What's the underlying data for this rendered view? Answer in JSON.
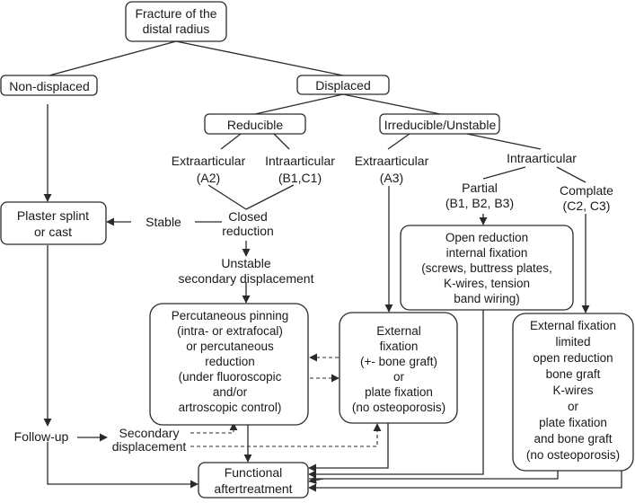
{
  "nodes": {
    "fracture": {
      "lines": [
        "Fracture of the",
        "distal radius"
      ]
    },
    "nondisplaced": {
      "lines": [
        "Non-displaced"
      ]
    },
    "displaced": {
      "lines": [
        "Displaced"
      ]
    },
    "reducible": {
      "lines": [
        "Reducible"
      ]
    },
    "irreducible": {
      "lines": [
        "Irreducible/Unstable"
      ]
    },
    "extra_a2": {
      "lines": [
        "Extraarticular",
        "(A2)"
      ]
    },
    "intra_b1c1": {
      "lines": [
        "Intraarticular",
        "(B1,C1)"
      ]
    },
    "extra_a3": {
      "lines": [
        "Extraarticular",
        "(A3)"
      ]
    },
    "intraarticular": {
      "lines": [
        "Intraarticular"
      ]
    },
    "partial": {
      "lines": [
        "Partial",
        "(B1, B2, B3)"
      ]
    },
    "complate": {
      "lines": [
        "Complate",
        "(C2, C3)"
      ]
    },
    "plaster": {
      "lines": [
        "Plaster splint",
        "or cast"
      ]
    },
    "stable": {
      "lines": [
        "Stable"
      ]
    },
    "closed_reduction": {
      "lines": [
        "Closed",
        "reduction"
      ]
    },
    "unstable": {
      "lines": [
        "Unstable",
        "secondary displacement"
      ]
    },
    "orif": {
      "lines": [
        "Open reduction",
        "internal fixation",
        "(screws, buttress plates,",
        "K-wires, tension",
        "band wiring)"
      ]
    },
    "percutaneous": {
      "lines": [
        "Percutaneous pinning",
        "(intra- or extrafocal)",
        "or percutaneous",
        "reduction",
        "(under fluoroscopic",
        "and/or",
        "artroscopic control)"
      ]
    },
    "external_fixation": {
      "lines": [
        "External",
        "fixation",
        "(+- bone graft)",
        "or",
        "plate fixation",
        "(no osteoporosis)"
      ]
    },
    "external_limited": {
      "lines": [
        "External fixation",
        "limited",
        "open reduction",
        "bone graft",
        "K-wires",
        "or",
        "plate fixation",
        "and bone graft",
        "(no osteoporosis)"
      ]
    },
    "followup": {
      "lines": [
        "Follow-up"
      ]
    },
    "secondary_disp": {
      "lines": [
        "Secondary",
        "displacement"
      ]
    },
    "functional": {
      "lines": [
        "Functional",
        "aftertreatment"
      ]
    }
  }
}
